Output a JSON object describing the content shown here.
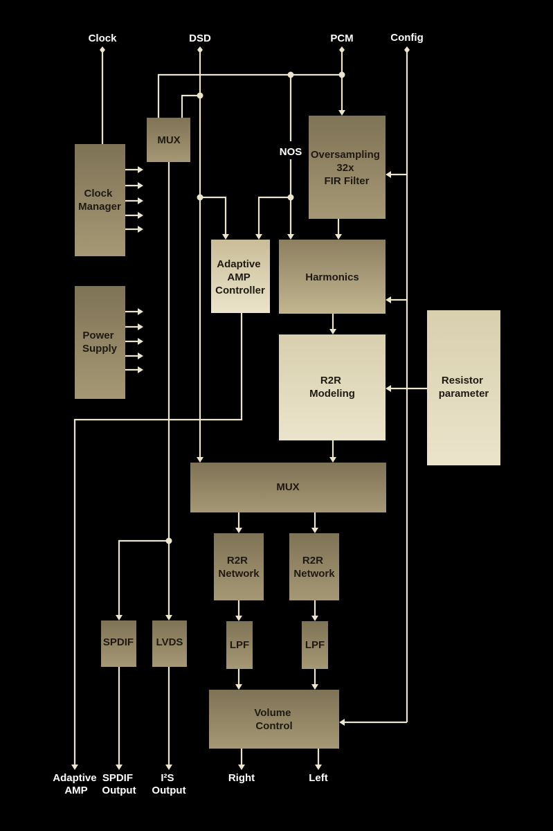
{
  "inputs": {
    "clock": "Clock",
    "dsd": "DSD",
    "pcm": "PCM",
    "config": "Config"
  },
  "blocks": {
    "mux_top": [
      "MUX"
    ],
    "clock_manager": [
      "Clock",
      "Manager"
    ],
    "power_supply": [
      "Power",
      "Supply"
    ],
    "oversampling": [
      "Oversampling",
      "32x",
      "FIR Filter"
    ],
    "adaptive_amp_controller": [
      "Adaptive",
      "AMP",
      "Controller"
    ],
    "harmonics": [
      "Harmonics"
    ],
    "r2r_modeling": [
      "R2R",
      "Modeling"
    ],
    "resistor_parameter": [
      "Resistor",
      "parameter"
    ],
    "mux_bottom": [
      "MUX"
    ],
    "r2r_network_left": [
      "R2R",
      "Network"
    ],
    "r2r_network_right": [
      "R2R",
      "Network"
    ],
    "spdif": [
      "SPDIF"
    ],
    "lvds": [
      "LVDS"
    ],
    "lpf_left": [
      "LPF"
    ],
    "lpf_right": [
      "LPF"
    ],
    "volume_control": [
      "Volume",
      "Control"
    ]
  },
  "labels": {
    "nos": "NOS"
  },
  "outputs": {
    "adaptive_amp": [
      "Adaptive",
      "AMP"
    ],
    "spdif_output": [
      "SPDIF",
      "Output"
    ],
    "i2s_output": [
      "I²S",
      "Output"
    ],
    "right": "Right",
    "left": "Left"
  },
  "colors": {
    "background": "#000000",
    "wire": "#ece4cc",
    "block_dark": "#8a7d5e",
    "block_mid": "#b3a781",
    "block_light": "#e3dbbf",
    "block_text": "#1e1a12",
    "io_text": "#ffffff"
  }
}
